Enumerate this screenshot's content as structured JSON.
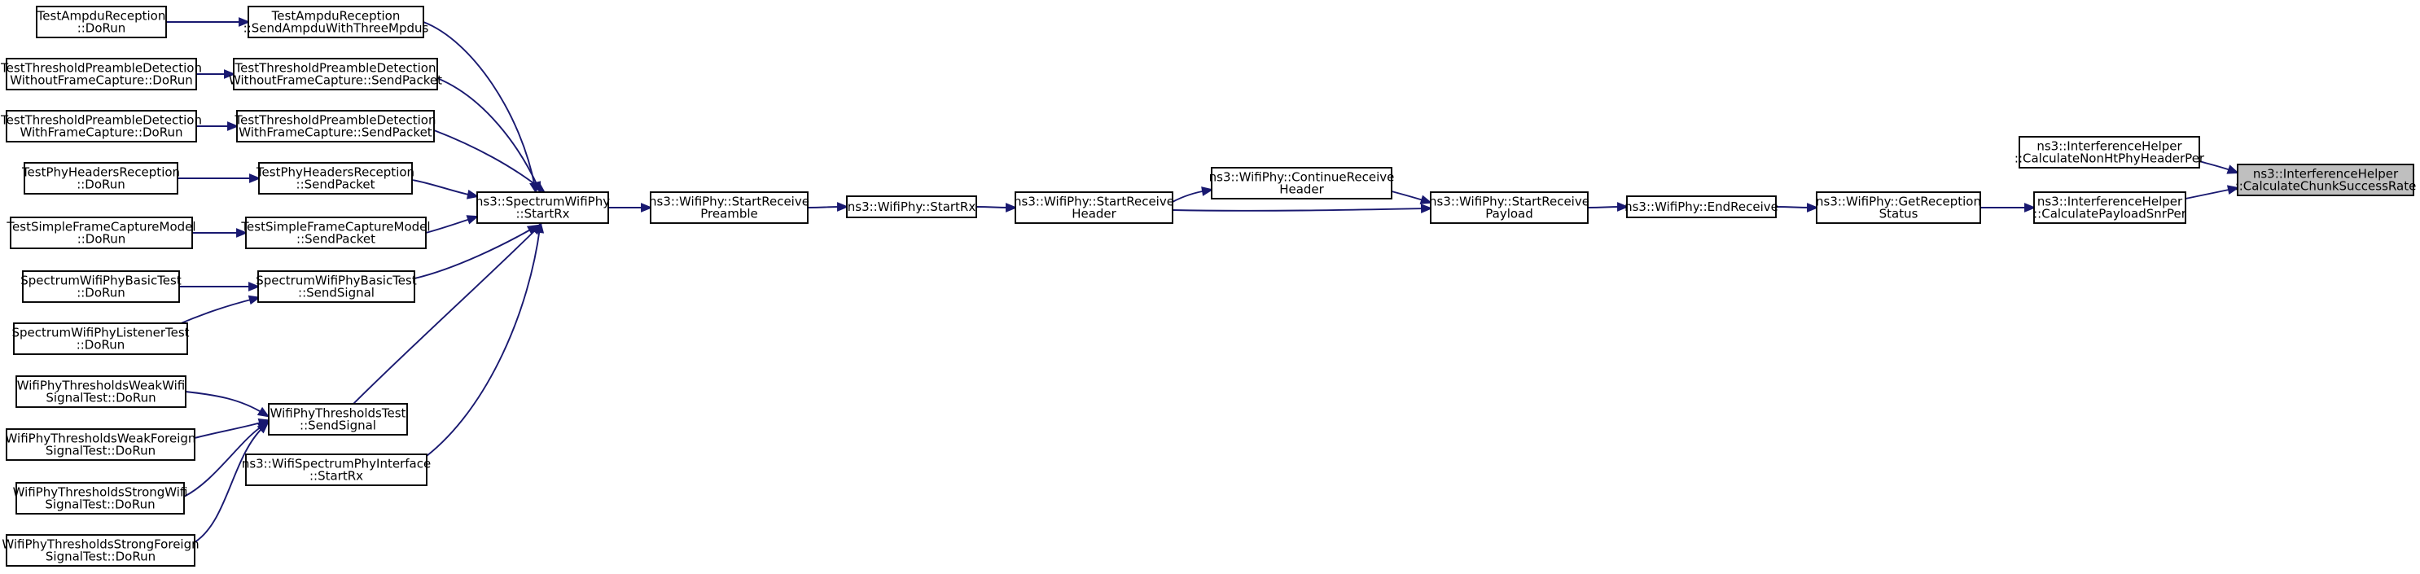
{
  "graph": {
    "title": "",
    "edge_color": "#191970",
    "root_fill": "#bfbfbf",
    "nodes": [
      {
        "id": "ampdu_dorun",
        "lines": [
          "TestAmpduReception",
          "::DoRun"
        ]
      },
      {
        "id": "ampdu_send3",
        "lines": [
          "TestAmpduReception",
          "::SendAmpduWithThreeMpdus"
        ]
      },
      {
        "id": "thr_wo_dorun",
        "lines": [
          "TestThresholdPreambleDetection",
          "WithoutFrameCapture::DoRun"
        ]
      },
      {
        "id": "thr_wo_send",
        "lines": [
          "TestThresholdPreambleDetection",
          "WithoutFrameCapture::SendPacket"
        ]
      },
      {
        "id": "thr_w_dorun",
        "lines": [
          "TestThresholdPreambleDetection",
          "WithFrameCapture::DoRun"
        ]
      },
      {
        "id": "thr_w_send",
        "lines": [
          "TestThresholdPreambleDetection",
          "WithFrameCapture::SendPacket"
        ]
      },
      {
        "id": "hdr_dorun",
        "lines": [
          "TestPhyHeadersReception",
          "::DoRun"
        ]
      },
      {
        "id": "hdr_send",
        "lines": [
          "TestPhyHeadersReception",
          "::SendPacket"
        ]
      },
      {
        "id": "sfc_dorun",
        "lines": [
          "TestSimpleFrameCaptureModel",
          "::DoRun"
        ]
      },
      {
        "id": "sfc_send",
        "lines": [
          "TestSimpleFrameCaptureModel",
          "::SendPacket"
        ]
      },
      {
        "id": "basic_dorun",
        "lines": [
          "SpectrumWifiPhyBasicTest",
          "::DoRun"
        ]
      },
      {
        "id": "basic_send",
        "lines": [
          "SpectrumWifiPhyBasicTest",
          "::SendSignal"
        ]
      },
      {
        "id": "listener_dorun",
        "lines": [
          "SpectrumWifiPhyListenerTest",
          "::DoRun"
        ]
      },
      {
        "id": "weakwifi",
        "lines": [
          "WifiPhyThresholdsWeakWifi",
          "SignalTest::DoRun"
        ]
      },
      {
        "id": "thresholds_send",
        "lines": [
          "WifiPhyThresholdsTest",
          "::SendSignal"
        ]
      },
      {
        "id": "weakforeign",
        "lines": [
          "WifiPhyThresholdsWeakForeign",
          "SignalTest::DoRun"
        ]
      },
      {
        "id": "iface_startrx",
        "lines": [
          "ns3::WifiSpectrumPhyInterface",
          "::StartRx"
        ]
      },
      {
        "id": "strongwifi",
        "lines": [
          "WifiPhyThresholdsStrongWifi",
          "SignalTest::DoRun"
        ]
      },
      {
        "id": "strongforeign",
        "lines": [
          "WifiPhyThresholdsStrongForeign",
          "SignalTest::DoRun"
        ]
      },
      {
        "id": "spectrum_startrx",
        "lines": [
          "ns3::SpectrumWifiPhy",
          "::StartRx"
        ]
      },
      {
        "id": "start_preamble",
        "lines": [
          "ns3::WifiPhy::StartReceive",
          "Preamble"
        ]
      },
      {
        "id": "startrx",
        "lines": [
          "ns3::WifiPhy::StartRx"
        ]
      },
      {
        "id": "start_header",
        "lines": [
          "ns3::WifiPhy::StartReceive",
          "Header"
        ]
      },
      {
        "id": "continue_header",
        "lines": [
          "ns3::WifiPhy::ContinueReceive",
          "Header"
        ]
      },
      {
        "id": "start_payload",
        "lines": [
          "ns3::WifiPhy::StartReceive",
          "Payload"
        ]
      },
      {
        "id": "end_receive",
        "lines": [
          "ns3::WifiPhy::EndReceive"
        ]
      },
      {
        "id": "get_status",
        "lines": [
          "ns3::WifiPhy::GetReception",
          "Status"
        ]
      },
      {
        "id": "calc_nonht",
        "lines": [
          "ns3::InterferenceHelper",
          "::CalculateNonHtPhyHeaderPer"
        ]
      },
      {
        "id": "calc_payload",
        "lines": [
          "ns3::InterferenceHelper",
          "::CalculatePayloadSnrPer"
        ]
      },
      {
        "id": "calc_chunk",
        "lines": [
          "ns3::InterferenceHelper",
          "::CalculateChunkSuccessRate"
        ],
        "root": true
      }
    ],
    "edges": [
      {
        "from": "ampdu_dorun",
        "to": "ampdu_send3"
      },
      {
        "from": "ampdu_send3",
        "to": "spectrum_startrx"
      },
      {
        "from": "thr_wo_dorun",
        "to": "thr_wo_send"
      },
      {
        "from": "thr_wo_send",
        "to": "spectrum_startrx"
      },
      {
        "from": "thr_w_dorun",
        "to": "thr_w_send"
      },
      {
        "from": "thr_w_send",
        "to": "spectrum_startrx"
      },
      {
        "from": "hdr_dorun",
        "to": "hdr_send"
      },
      {
        "from": "hdr_send",
        "to": "spectrum_startrx"
      },
      {
        "from": "sfc_dorun",
        "to": "sfc_send"
      },
      {
        "from": "sfc_send",
        "to": "spectrum_startrx"
      },
      {
        "from": "basic_dorun",
        "to": "basic_send"
      },
      {
        "from": "listener_dorun",
        "to": "basic_send"
      },
      {
        "from": "basic_send",
        "to": "spectrum_startrx"
      },
      {
        "from": "weakwifi",
        "to": "thresholds_send"
      },
      {
        "from": "weakforeign",
        "to": "thresholds_send"
      },
      {
        "from": "strongwifi",
        "to": "thresholds_send"
      },
      {
        "from": "strongforeign",
        "to": "thresholds_send"
      },
      {
        "from": "thresholds_send",
        "to": "spectrum_startrx"
      },
      {
        "from": "iface_startrx",
        "to": "spectrum_startrx"
      },
      {
        "from": "spectrum_startrx",
        "to": "start_preamble"
      },
      {
        "from": "start_preamble",
        "to": "startrx"
      },
      {
        "from": "startrx",
        "to": "start_header"
      },
      {
        "from": "start_header",
        "to": "continue_header"
      },
      {
        "from": "start_header",
        "to": "start_payload"
      },
      {
        "from": "continue_header",
        "to": "start_payload"
      },
      {
        "from": "start_payload",
        "to": "end_receive"
      },
      {
        "from": "end_receive",
        "to": "get_status"
      },
      {
        "from": "get_status",
        "to": "calc_payload"
      },
      {
        "from": "calc_nonht",
        "to": "calc_chunk"
      },
      {
        "from": "calc_payload",
        "to": "calc_chunk"
      }
    ]
  }
}
